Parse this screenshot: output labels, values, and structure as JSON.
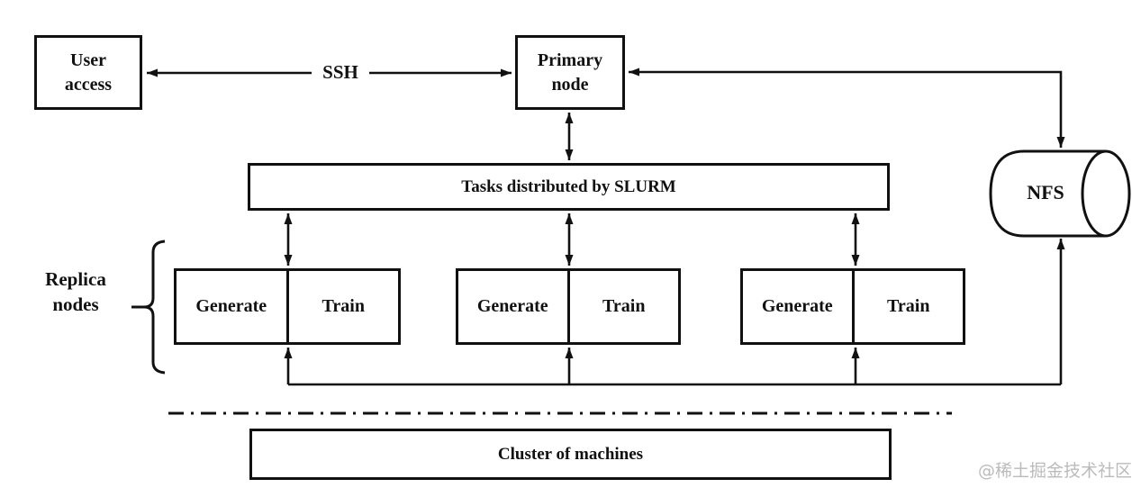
{
  "nodes": {
    "user_access": "User access",
    "primary": "Primary node",
    "slurm": "Tasks distributed by SLURM",
    "nfs": "NFS",
    "cluster": "Cluster of machines"
  },
  "labels": {
    "ssh": "SSH",
    "replica_group": "Replica nodes"
  },
  "replicas": [
    {
      "generate": "Generate",
      "train": "Train"
    },
    {
      "generate": "Generate",
      "train": "Train"
    },
    {
      "generate": "Generate",
      "train": "Train"
    }
  ],
  "watermark": "@稀土掘金技术社区",
  "colors": {
    "line": "#111111",
    "background": "#ffffff",
    "watermark": "#bbbbbb"
  }
}
